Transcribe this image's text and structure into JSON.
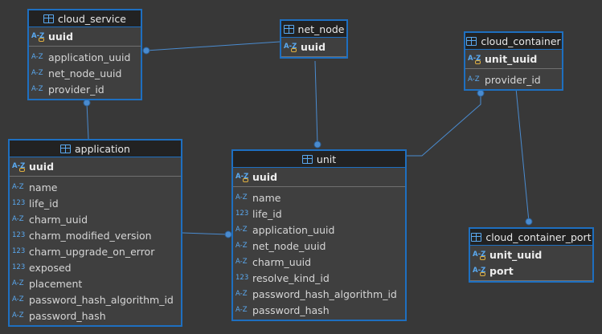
{
  "colors": {
    "background": "#383838",
    "border": "#1e6fc0",
    "connector": "#4a8bcf",
    "type_icon": "#5aa9f0"
  },
  "icons": {
    "table": "table-icon",
    "string_type": "A-Z",
    "number_type": "123",
    "key": "key-icon"
  },
  "tables": {
    "cloud_service": {
      "title": "cloud_service",
      "pk": [
        {
          "type": "A-Z",
          "name": "uuid"
        }
      ],
      "columns": [
        {
          "type": "A-Z",
          "name": "application_uuid"
        },
        {
          "type": "A-Z",
          "name": "net_node_uuid"
        },
        {
          "type": "A-Z",
          "name": "provider_id"
        }
      ]
    },
    "net_node": {
      "title": "net_node",
      "pk": [
        {
          "type": "A-Z",
          "name": "uuid"
        }
      ],
      "columns": []
    },
    "cloud_container": {
      "title": "cloud_container",
      "pk": [
        {
          "type": "A-Z",
          "name": "unit_uuid"
        }
      ],
      "columns": [
        {
          "type": "A-Z",
          "name": "provider_id"
        }
      ]
    },
    "application": {
      "title": "application",
      "pk": [
        {
          "type": "A-Z",
          "name": "uuid"
        }
      ],
      "columns": [
        {
          "type": "A-Z",
          "name": "name"
        },
        {
          "type": "123",
          "name": "life_id"
        },
        {
          "type": "A-Z",
          "name": "charm_uuid"
        },
        {
          "type": "123",
          "name": "charm_modified_version"
        },
        {
          "type": "123",
          "name": "charm_upgrade_on_error"
        },
        {
          "type": "123",
          "name": "exposed"
        },
        {
          "type": "A-Z",
          "name": "placement"
        },
        {
          "type": "A-Z",
          "name": "password_hash_algorithm_id"
        },
        {
          "type": "A-Z",
          "name": "password_hash"
        }
      ]
    },
    "unit": {
      "title": "unit",
      "pk": [
        {
          "type": "A-Z",
          "name": "uuid"
        }
      ],
      "columns": [
        {
          "type": "A-Z",
          "name": "name"
        },
        {
          "type": "123",
          "name": "life_id"
        },
        {
          "type": "A-Z",
          "name": "application_uuid"
        },
        {
          "type": "A-Z",
          "name": "net_node_uuid"
        },
        {
          "type": "A-Z",
          "name": "charm_uuid"
        },
        {
          "type": "123",
          "name": "resolve_kind_id"
        },
        {
          "type": "A-Z",
          "name": "password_hash_algorithm_id"
        },
        {
          "type": "A-Z",
          "name": "password_hash"
        }
      ]
    },
    "cloud_container_port": {
      "title": "cloud_container_port",
      "pk": [
        {
          "type": "A-Z",
          "name": "unit_uuid"
        },
        {
          "type": "A-Z",
          "name": "port"
        }
      ],
      "columns": []
    }
  },
  "relationships": [
    {
      "from": "cloud_service",
      "to": "net_node"
    },
    {
      "from": "cloud_service",
      "to": "application"
    },
    {
      "from": "unit",
      "to": "net_node"
    },
    {
      "from": "unit",
      "to": "application"
    },
    {
      "from": "cloud_container",
      "to": "unit"
    },
    {
      "from": "cloud_container_port",
      "to": "cloud_container"
    }
  ]
}
